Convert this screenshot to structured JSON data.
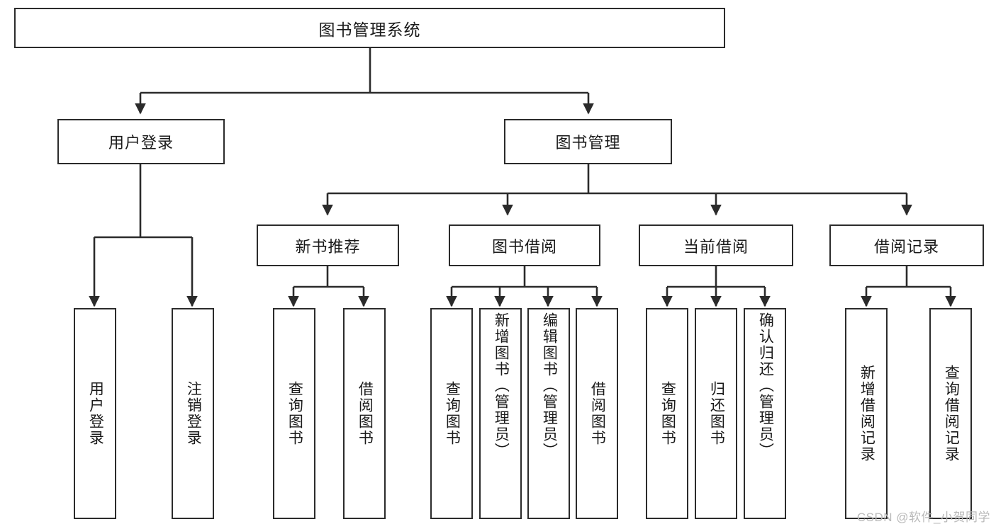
{
  "diagram": {
    "type": "tree",
    "title": "图书管理系统",
    "style": {
      "box_border": "#2b2b2b",
      "box_fill": "#ffffff",
      "line_color": "#2b2b2b",
      "text_color": "#1a1a1a",
      "background": "#ffffff"
    },
    "root": {
      "label": "图书管理系统"
    },
    "level2": [
      {
        "id": "user-login",
        "label": "用户登录"
      },
      {
        "id": "book-manage",
        "label": "图书管理"
      }
    ],
    "level3": [
      {
        "id": "new-book-rec",
        "label": "新书推荐",
        "parent": "book-manage"
      },
      {
        "id": "book-borrow",
        "label": "图书借阅",
        "parent": "book-manage"
      },
      {
        "id": "current-borrow",
        "label": "当前借阅",
        "parent": "book-manage"
      },
      {
        "id": "borrow-record",
        "label": "借阅记录",
        "parent": "book-manage"
      }
    ],
    "leaves": [
      {
        "id": "leaf-user-login",
        "label": "用户登录",
        "parent": "user-login"
      },
      {
        "id": "leaf-user-logout",
        "label": "注销登录",
        "parent": "user-login"
      },
      {
        "id": "leaf-rec-query",
        "label": "查询图书",
        "parent": "new-book-rec"
      },
      {
        "id": "leaf-rec-borrow",
        "label": "借阅图书",
        "parent": "new-book-rec"
      },
      {
        "id": "leaf-bb-query",
        "label": "查询图书",
        "parent": "book-borrow"
      },
      {
        "id": "leaf-bb-add",
        "label": "新增图书（管理员）",
        "parent": "book-borrow"
      },
      {
        "id": "leaf-bb-edit",
        "label": "编辑图书（管理员）",
        "parent": "book-borrow"
      },
      {
        "id": "leaf-bb-borrow",
        "label": "借阅图书",
        "parent": "book-borrow"
      },
      {
        "id": "leaf-cb-query",
        "label": "查询图书",
        "parent": "current-borrow"
      },
      {
        "id": "leaf-cb-return",
        "label": "归还图书",
        "parent": "current-borrow"
      },
      {
        "id": "leaf-cb-confirm",
        "label": "确认归还（管理员）",
        "parent": "current-borrow"
      },
      {
        "id": "leaf-br-add",
        "label": "新增借阅记录",
        "parent": "borrow-record"
      },
      {
        "id": "leaf-br-query",
        "label": "查询借阅记录",
        "parent": "borrow-record"
      }
    ]
  },
  "watermark": {
    "text": "CSDN @软件_小贺同学"
  }
}
